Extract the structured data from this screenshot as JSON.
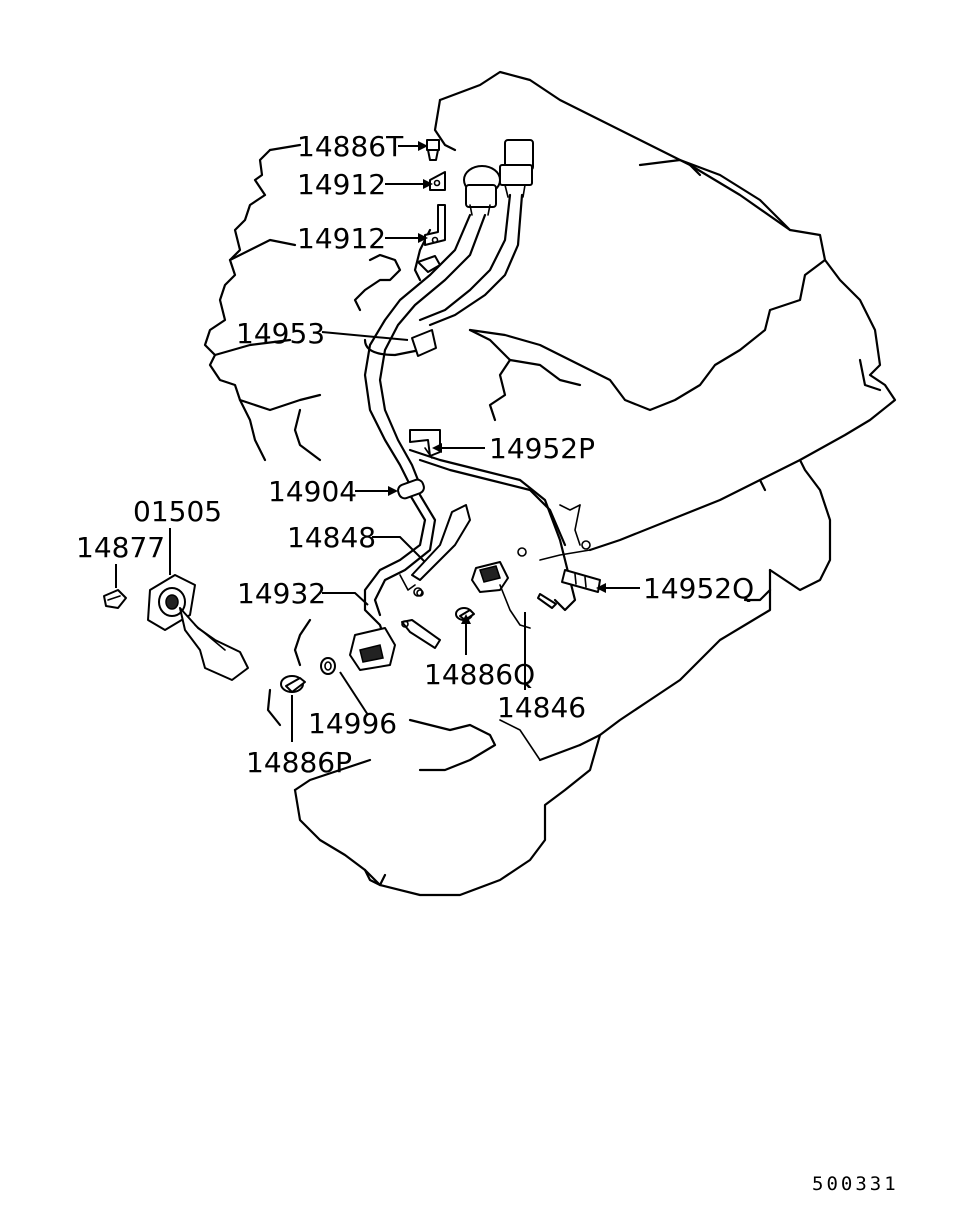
{
  "callouts": [
    {
      "id": "p14886T",
      "text": "14886T"
    },
    {
      "id": "p14912a",
      "text": "14912"
    },
    {
      "id": "p14912b",
      "text": "14912"
    },
    {
      "id": "p14953",
      "text": "14953"
    },
    {
      "id": "p14952P",
      "text": "14952P"
    },
    {
      "id": "p14904",
      "text": "14904"
    },
    {
      "id": "p01505",
      "text": "01505"
    },
    {
      "id": "p14877",
      "text": "14877"
    },
    {
      "id": "p14848",
      "text": "14848"
    },
    {
      "id": "p14932",
      "text": "14932"
    },
    {
      "id": "p14952Q",
      "text": "14952Q"
    },
    {
      "id": "p14886Q",
      "text": "14886Q"
    },
    {
      "id": "p14846",
      "text": "14846"
    },
    {
      "id": "p14996",
      "text": "14996"
    },
    {
      "id": "p14886P",
      "text": "14886P"
    }
  ],
  "diagram_code": "500331"
}
